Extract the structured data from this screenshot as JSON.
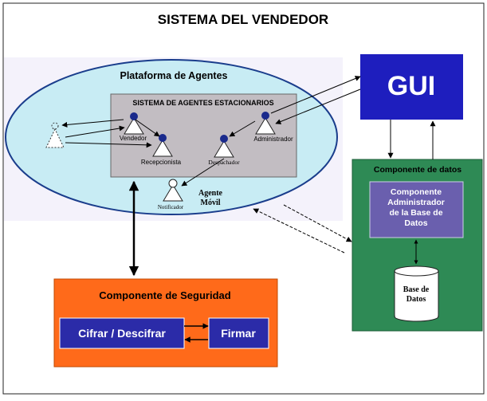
{
  "title": "SISTEMA DEL VENDEDOR",
  "platform": {
    "label": "Plataforma de Agentes",
    "stationary_system": {
      "label": "SISTEMA DE AGENTES ESTACIONARIOS",
      "agents": {
        "vendedor": "Vendedor",
        "recepcionista": "Recepcionista",
        "despachador": "Despachador",
        "administrador": "Administrador"
      }
    },
    "notifier": "Notificador",
    "mobile_agent": "Agente\nMóvil"
  },
  "gui": {
    "label": "GUI"
  },
  "data_component": {
    "label": "Componente de datos",
    "admin_box": "Componente\nAdministrador\nde la Base de\nDatos",
    "database": "Base de\nDatos"
  },
  "security_component": {
    "label": "Componente de Seguridad",
    "encrypt": "Cifrar / Descifrar",
    "sign": "Firmar"
  },
  "colors": {
    "ellipse_fill": "#c8ecf4",
    "ellipse_stroke": "#1a3d8c",
    "inner_box": "#c2bdc2",
    "gui": "#1e1ebe",
    "data_component": "#2e8a55",
    "admin_box": "#6a5fae",
    "security": "#ff6a1a",
    "security_inner": "#2b2ba8",
    "agent_head": "#1a2a8c"
  }
}
